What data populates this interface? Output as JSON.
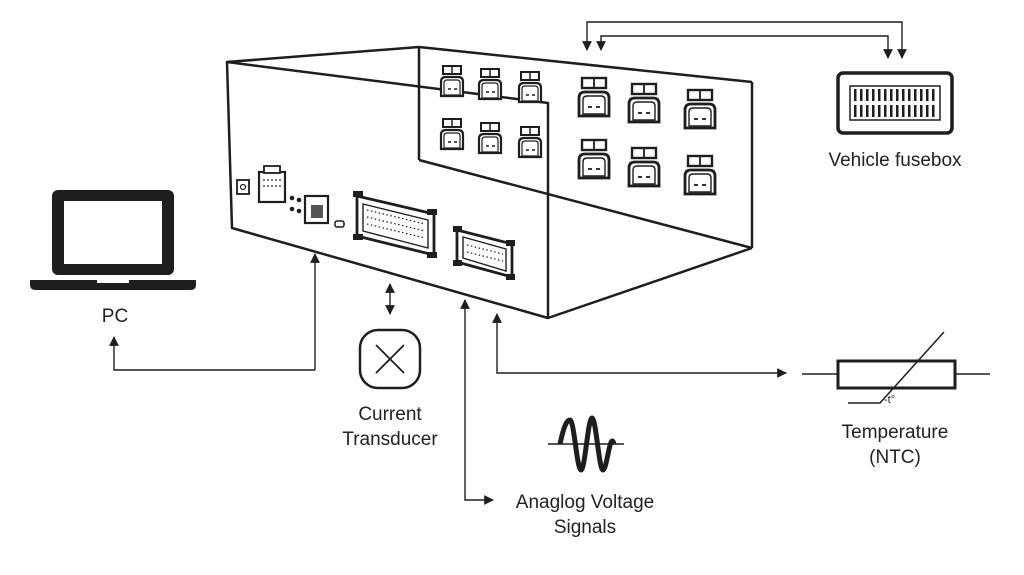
{
  "labels": {
    "pc": "PC",
    "current_transducer_line1": "Current",
    "current_transducer_line2": "Transducer",
    "analog_line1": "Anaglog Voltage",
    "analog_line2": "Signals",
    "fusebox": "Vehicle fusebox",
    "temperature_line1": "Temperature",
    "temperature_line2": "(NTC)",
    "ntc_mark": "-t°"
  },
  "colors": {
    "stroke": "#1e1e1e",
    "background": "#ffffff"
  }
}
